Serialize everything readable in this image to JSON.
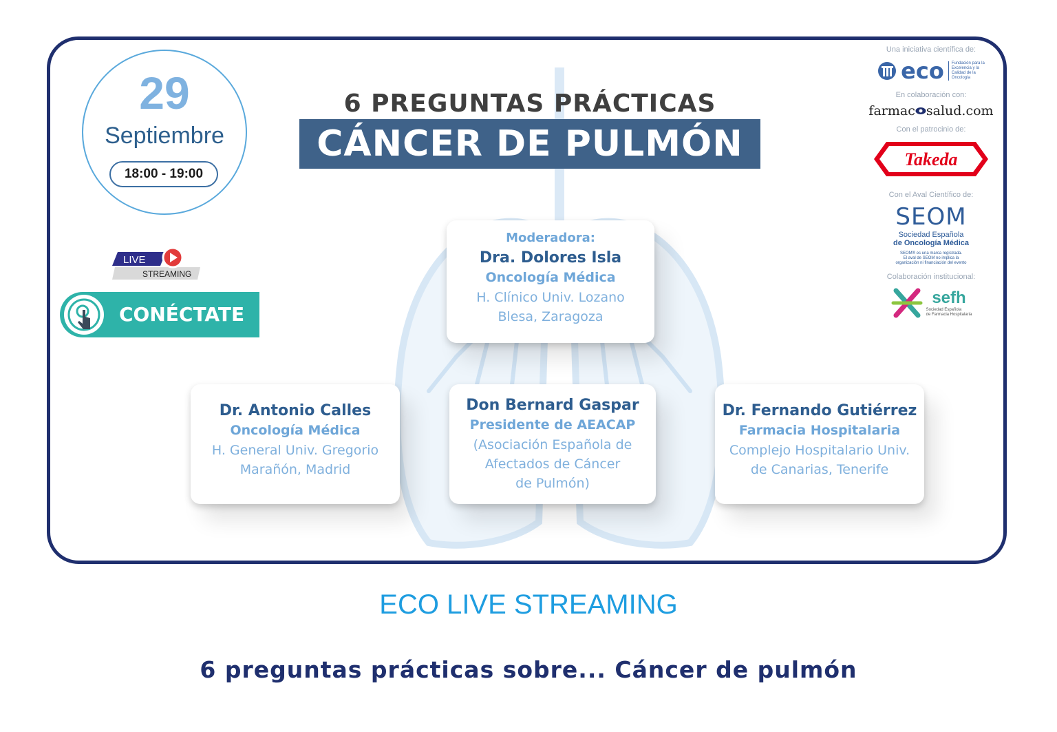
{
  "poster": {
    "date": {
      "day": "29",
      "month": "Septiembre",
      "time": "18:00 - 19:00"
    },
    "title_top": "6 PREGUNTAS PRÁCTICAS SOBRE ...",
    "title_main": "CÁNCER DE PULMÓN",
    "live_badge": {
      "live": "LIVE",
      "streaming": "STREAMING"
    },
    "connect_label": "CONÉCTATE",
    "moderator": {
      "role": "Moderadora:",
      "name": "Dra. Dolores Isla",
      "specialty": "Oncología Médica",
      "place_line1": "H. Clínico Univ. Lozano",
      "place_line2": "Blesa, Zaragoza"
    },
    "speakers": [
      {
        "name": "Dr. Antonio Calles",
        "specialty": "Oncología Médica",
        "place_line1": "H. General Univ. Gregorio",
        "place_line2": "Marañón, Madrid"
      },
      {
        "name": "Don Bernard Gaspar",
        "specialty": "Presidente de AEACAP",
        "place_line1": "(Asociación Española de",
        "place_line2": "Afectados de Cáncer",
        "place_line3": "de Pulmón)"
      },
      {
        "name": "Dr. Fernando Gutiérrez",
        "specialty": "Farmacia Hospitalaria",
        "place_line1": "Complejo Hospitalario Univ.",
        "place_line2": "de Canarias, Tenerife"
      }
    ],
    "sponsors": {
      "initiative_caption": "Una iniciativa científica de:",
      "eco_word": "eco",
      "eco_desc": [
        "Fundación para la",
        "Excelencia y la",
        "Calidad de la",
        "Oncología"
      ],
      "collab_caption": "En colaboración con:",
      "farmaco_left": "farmac",
      "farmaco_right": "salud.com",
      "sponsor_caption": "Con el patrocinio de:",
      "takeda": "Takeda",
      "aval_caption": "Con el Aval Científico de:",
      "seom": "SEOM",
      "seom_sub1": "Sociedad Española",
      "seom_sub2": "de Oncología Médica",
      "seom_note": [
        "SEOM® es una marca registrada.",
        "El aval de SEOM no implica la",
        "organización ni financiación del evento"
      ],
      "institutional_caption": "Colaboración institucional:",
      "sefh": "sefh",
      "sefh_desc": [
        "Sociedad Española",
        "de Farmacia Hospitalaria"
      ]
    }
  },
  "captions": {
    "line1": "ECO LIVE STREAMING",
    "line2": "6 preguntas prácticas sobre... Cáncer de pulmón"
  },
  "colors": {
    "frame": "#1f2f6e",
    "title_box": "#3f6289",
    "connect": "#2eb3a9",
    "accent_blue": "#1e9de0",
    "takeda_red": "#e2001a"
  }
}
